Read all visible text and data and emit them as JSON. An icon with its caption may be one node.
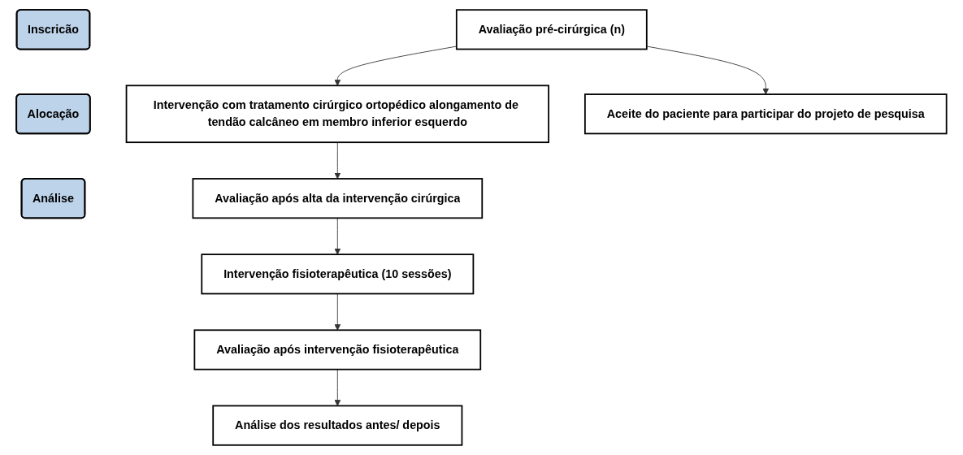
{
  "diagram": {
    "nodes": [
      {
        "text": [
          "Inscricão"
        ]
      },
      {
        "text": [
          "Avaliação pré-cirúrgica (n)"
        ]
      },
      {
        "text": [
          "Aceite do paciente para participar do projeto de pesquisa"
        ]
      },
      {
        "text": [
          "Alocação"
        ]
      },
      {
        "text": [
          "Intervenção com tratamento cirúrgico ortopédico alongamento de tendão calcâneo em membro inferior esquerdo"
        ]
      },
      {
        "text": [
          "Avaliação após alta da intervenção cirúrgica"
        ]
      },
      {
        "text": [
          "Intervenção fisioterapêutica  (10 sessões)"
        ]
      },
      {
        "text": [
          "Avaliação após intervenção fisioterapêutica"
        ]
      },
      {
        "text": [
          "Análise"
        ]
      },
      {
        "text": [
          "Análise dos resultados antes/ depois"
        ]
      }
    ],
    "edges": [
      {
        "from": 1,
        "to": 4,
        "arrow": "to"
      },
      {
        "from": 1,
        "to": 2,
        "arrow": "to"
      },
      {
        "from": 4,
        "to": 5,
        "arrow": "to"
      },
      {
        "from": 5,
        "to": 6,
        "arrow": "to"
      },
      {
        "from": 6,
        "to": 7,
        "arrow": "to"
      },
      {
        "from": 7,
        "to": 9,
        "arrow": "to"
      }
    ]
  }
}
